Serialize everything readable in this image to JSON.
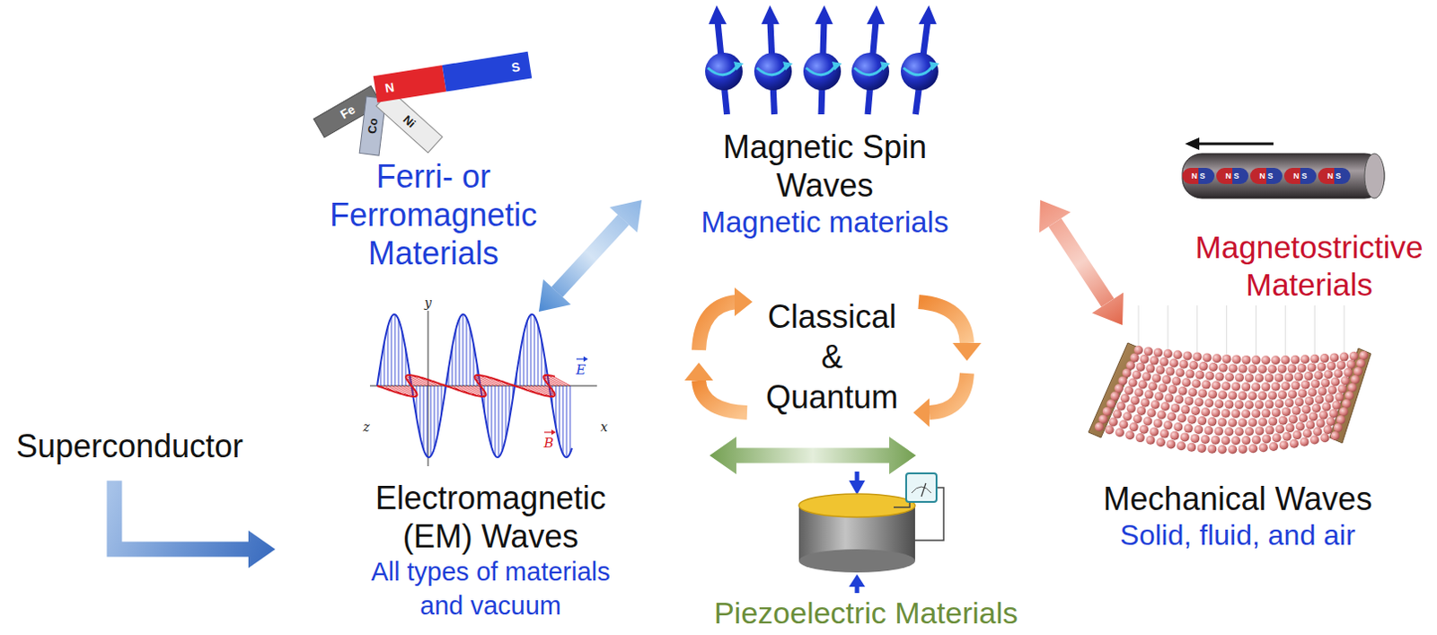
{
  "diagram": {
    "nodes": [
      {
        "text": [
          "Ferri- or Ferromagnetic Materials"
        ]
      },
      {
        "text": [
          "Magnetic Spin Waves",
          "Magnetic materials"
        ]
      },
      {
        "text": [
          "Magnetostrictive Materials"
        ]
      },
      {
        "text": [
          "Classical & Quantum"
        ]
      },
      {
        "text": [
          "Superconductor"
        ]
      },
      {
        "text": [
          "Electromagnetic (EM) Waves",
          "All types of materials and vacuum"
        ]
      },
      {
        "text": [
          "Mechanical Waves",
          "Solid, fluid, and air"
        ]
      },
      {
        "text": [
          "Piezoelectric Materials"
        ]
      }
    ],
    "edges": [
      {
        "from": 5,
        "to": 1,
        "arrow": "both"
      },
      {
        "from": 1,
        "to": 6,
        "arrow": "both"
      },
      {
        "from": 5,
        "to": 6,
        "arrow": "both"
      },
      {
        "from": 4,
        "to": 5,
        "arrow": "to"
      }
    ],
    "labels": [
      "N",
      "S",
      "Fe",
      "Co",
      "Ni",
      "N",
      "S",
      "N",
      "S",
      "N",
      "S",
      "N",
      "S",
      "N",
      "S",
      "y",
      "z",
      "x",
      "E",
      "B"
    ]
  }
}
